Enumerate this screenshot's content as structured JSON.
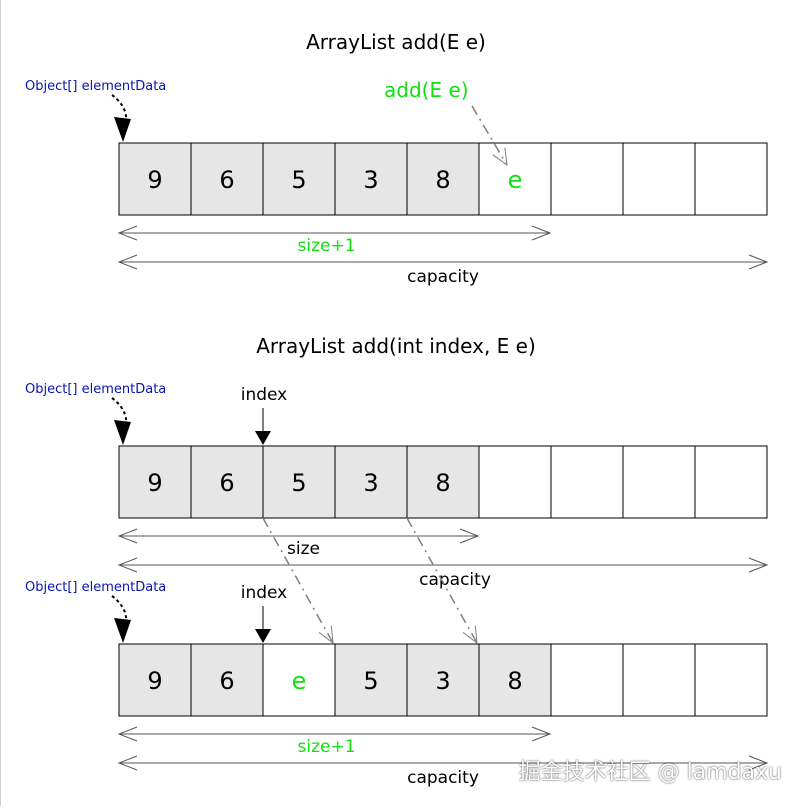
{
  "colors": {
    "filled_cell": "#e6e6e6",
    "empty_cell": "#ffffff",
    "border": "#000000",
    "label_blue": "#0a14b4",
    "accent_green": "#11e011",
    "dashdot_gray": "#808080",
    "measure_line": "#555555"
  },
  "pointer_label": "Object[] elementData",
  "index_label": "index",
  "watermark": "掘金技术社区 @ lamdaxu",
  "sections": [
    {
      "title": "ArrayList add(E e)",
      "op_label": "add(E e)",
      "has_index": false,
      "cells": [
        "9",
        "6",
        "5",
        "3",
        "8",
        "e",
        "",
        "",
        ""
      ],
      "filled": [
        true,
        true,
        true,
        true,
        true,
        false,
        false,
        false,
        false
      ],
      "green": [
        false,
        false,
        false,
        false,
        false,
        true,
        false,
        false,
        false
      ],
      "size_label": "size+1",
      "size_label_green": true,
      "size_span_cells": 6,
      "capacity_label": "capacity"
    },
    {
      "title": "ArrayList add(int index, E e)",
      "op_label": "",
      "has_index": true,
      "index_cell": 2,
      "cells": [
        "9",
        "6",
        "5",
        "3",
        "8",
        "",
        "",
        "",
        ""
      ],
      "filled": [
        true,
        true,
        true,
        true,
        true,
        false,
        false,
        false,
        false
      ],
      "green": [
        false,
        false,
        false,
        false,
        false,
        false,
        false,
        false,
        false
      ],
      "size_label": "size",
      "size_label_green": false,
      "size_span_cells": 5,
      "capacity_label": "capacity",
      "shift_from": [
        2,
        4
      ],
      "shift_to": [
        3,
        5
      ]
    },
    {
      "title": "",
      "op_label": "",
      "has_index": true,
      "index_cell": 2,
      "cells": [
        "9",
        "6",
        "e",
        "5",
        "3",
        "8",
        "",
        "",
        ""
      ],
      "filled": [
        true,
        true,
        false,
        true,
        true,
        true,
        false,
        false,
        false
      ],
      "green": [
        false,
        false,
        true,
        false,
        false,
        false,
        false,
        false,
        false
      ],
      "size_label": "size+1",
      "size_label_green": true,
      "size_span_cells": 6,
      "capacity_label": "capacity"
    }
  ]
}
